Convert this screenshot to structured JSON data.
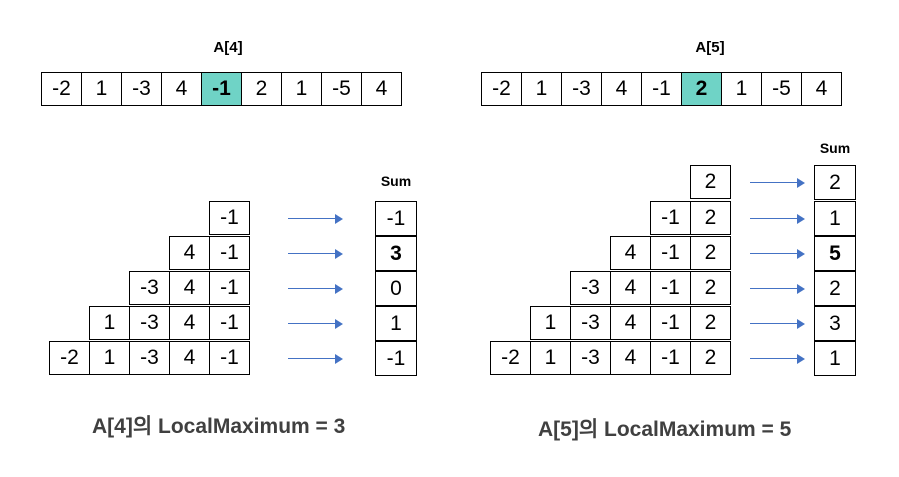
{
  "left": {
    "title": "A[4]",
    "array": [
      "-2",
      "1",
      "-3",
      "4",
      "-1",
      "2",
      "1",
      "-5",
      "4"
    ],
    "rows": [
      [
        "-1"
      ],
      [
        "4",
        "-1"
      ],
      [
        "-3",
        "4",
        "-1"
      ],
      [
        "1",
        "-3",
        "4",
        "-1"
      ],
      [
        "-2",
        "1",
        "-3",
        "4",
        "-1"
      ]
    ],
    "sum_label": "Sum",
    "sums": [
      "-1",
      "3",
      "0",
      "1",
      "-1"
    ],
    "caption": "A[4]의 LocalMaximum = 3"
  },
  "right": {
    "title": "A[5]",
    "array": [
      "-2",
      "1",
      "-3",
      "4",
      "-1",
      "2",
      "1",
      "-5",
      "4"
    ],
    "rows": [
      [
        "2"
      ],
      [
        "-1",
        "2"
      ],
      [
        "4",
        "-1",
        "2"
      ],
      [
        "-3",
        "4",
        "-1",
        "2"
      ],
      [
        "1",
        "-3",
        "4",
        "-1",
        "2"
      ],
      [
        "-2",
        "1",
        "-3",
        "4",
        "-1",
        "2"
      ]
    ],
    "sum_label": "Sum",
    "sums": [
      "2",
      "1",
      "5",
      "2",
      "3",
      "1"
    ],
    "caption": "A[5]의 LocalMaximum = 5"
  },
  "colors": {
    "current_element": "#6fd3c6",
    "max_sum": "#ffff00",
    "arrow": "#4472c4",
    "caption": "#404040"
  }
}
